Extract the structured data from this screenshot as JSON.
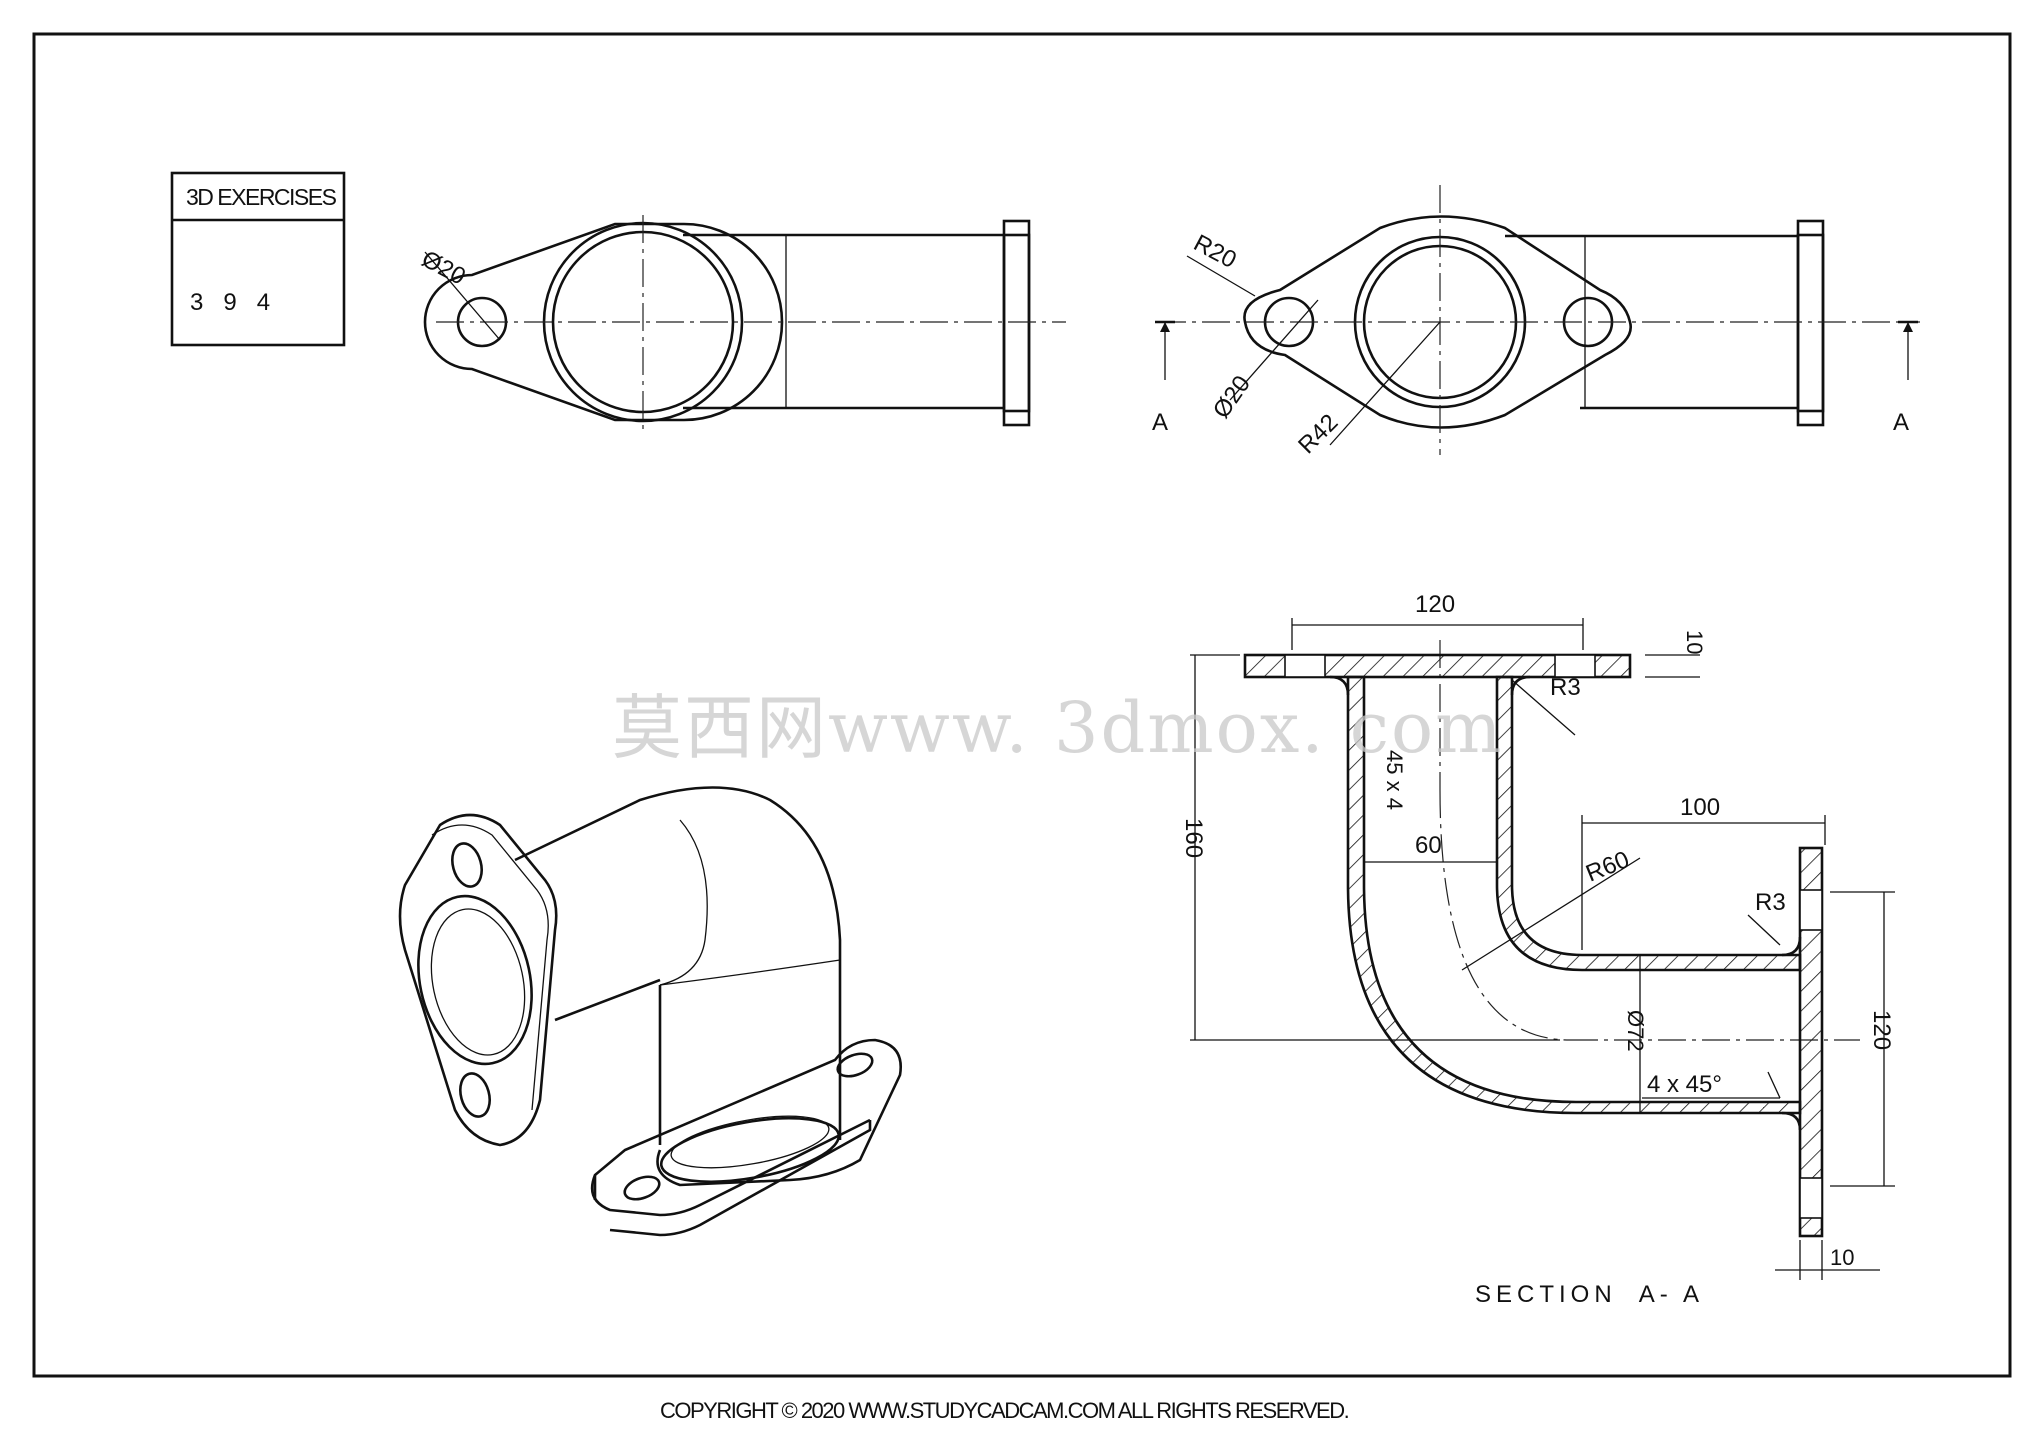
{
  "title_block": {
    "heading": "3D EXERCISES",
    "number": "3   9   4"
  },
  "view_top": {
    "hole_dim": "Ø20"
  },
  "view_front": {
    "flange_radius": "R20",
    "hole_dim": "Ø20",
    "corner_radius": "R42",
    "cut_label_left": "A",
    "cut_label_right": "A"
  },
  "section": {
    "dim_width": "120",
    "dim_flange_thk": "10",
    "dim_fillet_top": "R3",
    "dim_bore": "45 x 4",
    "dim_inner": "60",
    "dim_height": "160",
    "dim_outlet_length": "100",
    "dim_bend": "R60",
    "dim_fillet_right": "R3",
    "dim_dia": "Ø72",
    "dim_chamfer": "4 x 45°",
    "dim_outlet_height": "120",
    "dim_flange_right": "10",
    "caption": "SECTION  A- A"
  },
  "watermark": "莫西网www. 3dmox. com",
  "footer": "COPYRIGHT © 2020 WWW.STUDYCADCAM.COM ALL RIGHTS RESERVED."
}
